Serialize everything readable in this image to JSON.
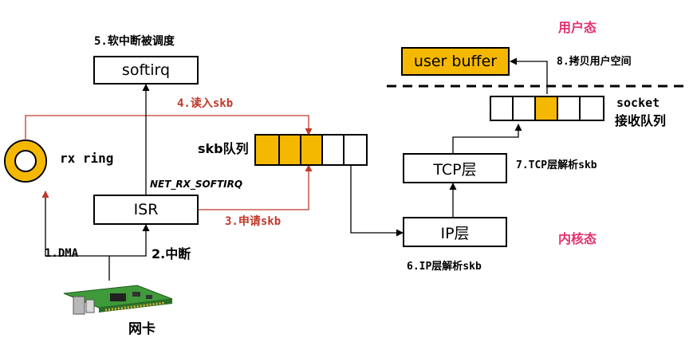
{
  "labels": {
    "softirq_sched": "5.软中断被调度",
    "read_skb": "4.读入skb",
    "rx_ring": "rx ring",
    "skb_queue": "skb队列",
    "net_rx_softirq": "NET_RX_SOFTIRQ",
    "alloc_skb": "3.申请skb",
    "dma": "1.DMA",
    "interrupt": "2.中断",
    "nic": "网卡",
    "ip_parse": "6.IP层解析skb",
    "tcp_parse": "7.TCP层解析skb",
    "copy_user": "8.拷贝用户空间",
    "user_mode": "用户态",
    "kernel_mode": "内核态",
    "socket": "socket",
    "recv_queue": "接收队列"
  },
  "boxes": {
    "softirq": "softirq",
    "isr": "ISR",
    "ip_layer": "IP层",
    "tcp_layer": "TCP层",
    "user_buffer": "user buffer"
  },
  "colors": {
    "accent_orange": "#f5b800",
    "red_arrow": "#c0392b",
    "pink_label": "#e3306c"
  }
}
